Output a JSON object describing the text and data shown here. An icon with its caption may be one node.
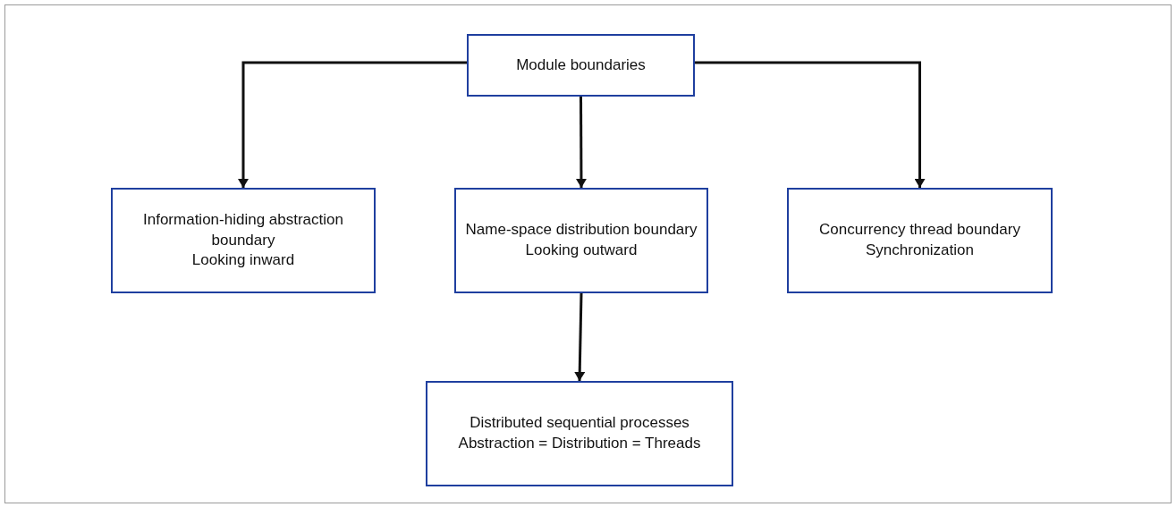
{
  "diagram": {
    "nodes": [
      {
        "text": [
          "Module boundaries"
        ]
      },
      {
        "text": [
          "Information-hiding abstraction boundary",
          "Looking inward"
        ]
      },
      {
        "text": [
          "Name-space distribution boundary",
          "Looking outward"
        ]
      },
      {
        "text": [
          "Concurrency thread boundary",
          "Synchronization"
        ]
      },
      {
        "text": [
          "Distributed sequential processes",
          "Abstraction = Distribution = Threads"
        ]
      }
    ],
    "edges": [
      {
        "from": 0,
        "to": 1,
        "arrow": "to"
      },
      {
        "from": 0,
        "to": 2,
        "arrow": "to"
      },
      {
        "from": 0,
        "to": 3,
        "arrow": "to"
      },
      {
        "from": 2,
        "to": 4,
        "arrow": "to"
      }
    ]
  }
}
